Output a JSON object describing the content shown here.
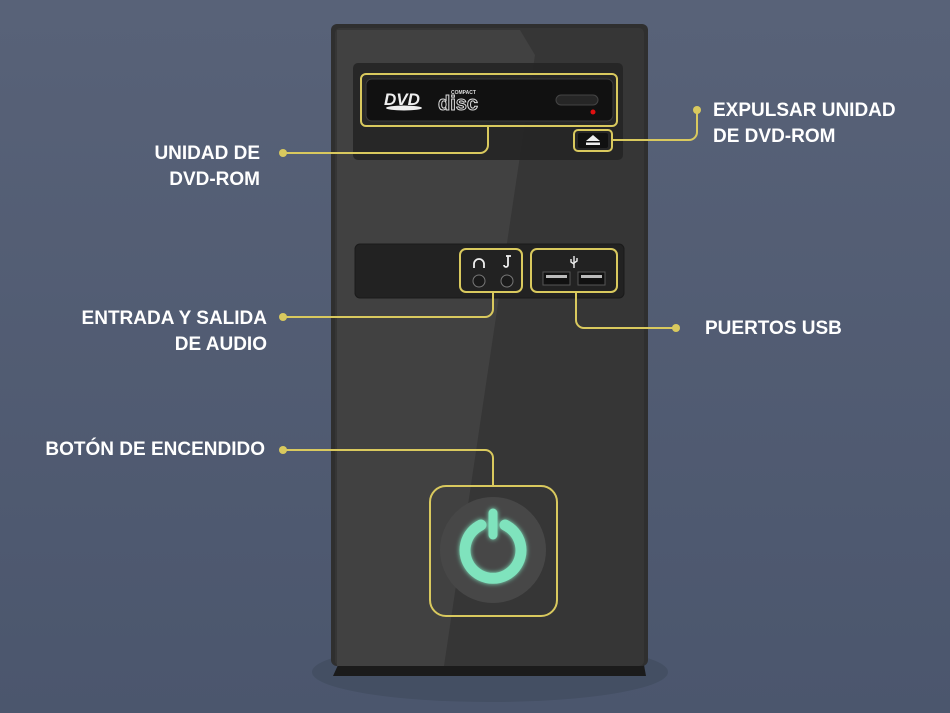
{
  "labels": {
    "dvd_drive": "UNIDAD DE\nDVD-ROM",
    "eject": "EXPULSAR UNIDAD\nDE DVD-ROM",
    "audio": "ENTRADA Y SALIDA\nDE AUDIO",
    "usb": "PUERTOS USB",
    "power": "BOTÓN DE ENCENDIDO"
  },
  "drive_logos": {
    "dvd": "DVD",
    "compact": "COMPACT",
    "disc": "disc"
  },
  "colors": {
    "callout": "#d9c95e",
    "power_glow": "#7fe3bd",
    "led": "#e01010",
    "case": "#353535"
  },
  "icons": [
    "eject-icon",
    "headphones-icon",
    "microphone-icon",
    "usb-icon",
    "power-icon"
  ]
}
